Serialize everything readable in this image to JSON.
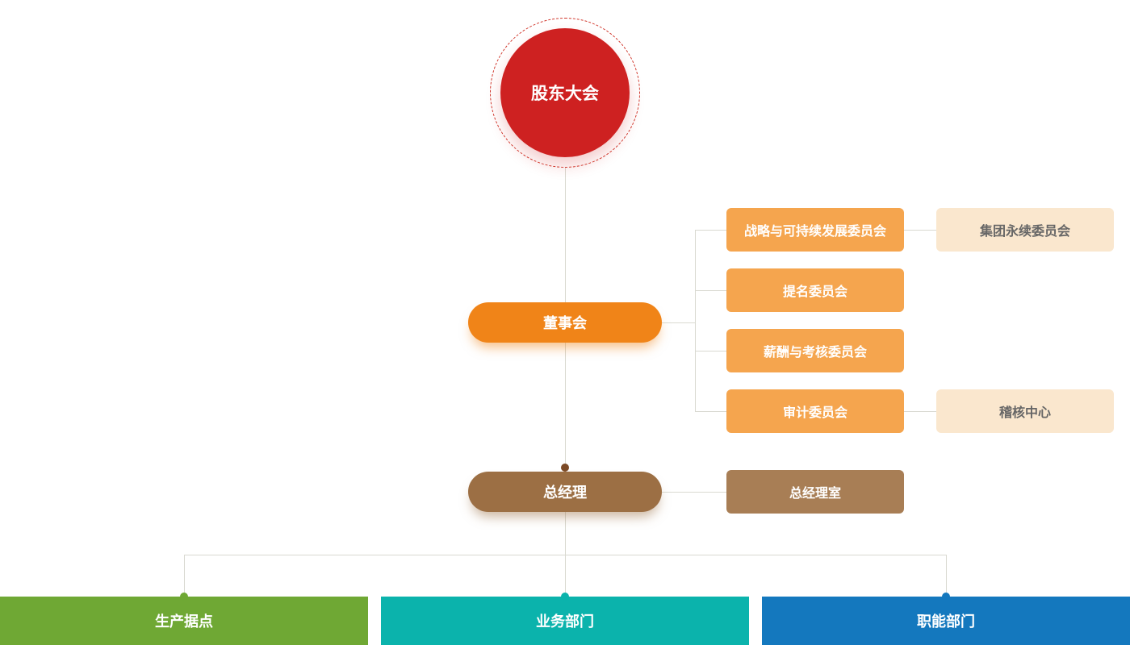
{
  "chart": {
    "type": "org-chart",
    "root": {
      "label": "股东大会",
      "color": "#ce2121"
    },
    "board": {
      "label": "董事会",
      "color": "#f08418"
    },
    "committees": [
      {
        "label": "战略与可持续发展委员会",
        "color": "#f5a54e"
      },
      {
        "label": "提名委员会",
        "color": "#f5a54e"
      },
      {
        "label": "薪酬与考核委员会",
        "color": "#f5a54e"
      },
      {
        "label": "审计委员会",
        "color": "#f5a54e"
      }
    ],
    "affiliates": [
      {
        "label": "集团永续委员会",
        "color": "#fae7ce"
      },
      {
        "label": "稽核中心",
        "color": "#fae7ce"
      }
    ],
    "general_manager": {
      "label": "总经理",
      "color": "#9c6f44"
    },
    "gm_office": {
      "label": "总经理室",
      "color": "#a87e55"
    },
    "departments": [
      {
        "label": "生产据点",
        "color": "#6fa834"
      },
      {
        "label": "业务部门",
        "color": "#0bb3ac"
      },
      {
        "label": "职能部门",
        "color": "#1478be"
      }
    ],
    "connector_color": "#d9d9d1"
  }
}
